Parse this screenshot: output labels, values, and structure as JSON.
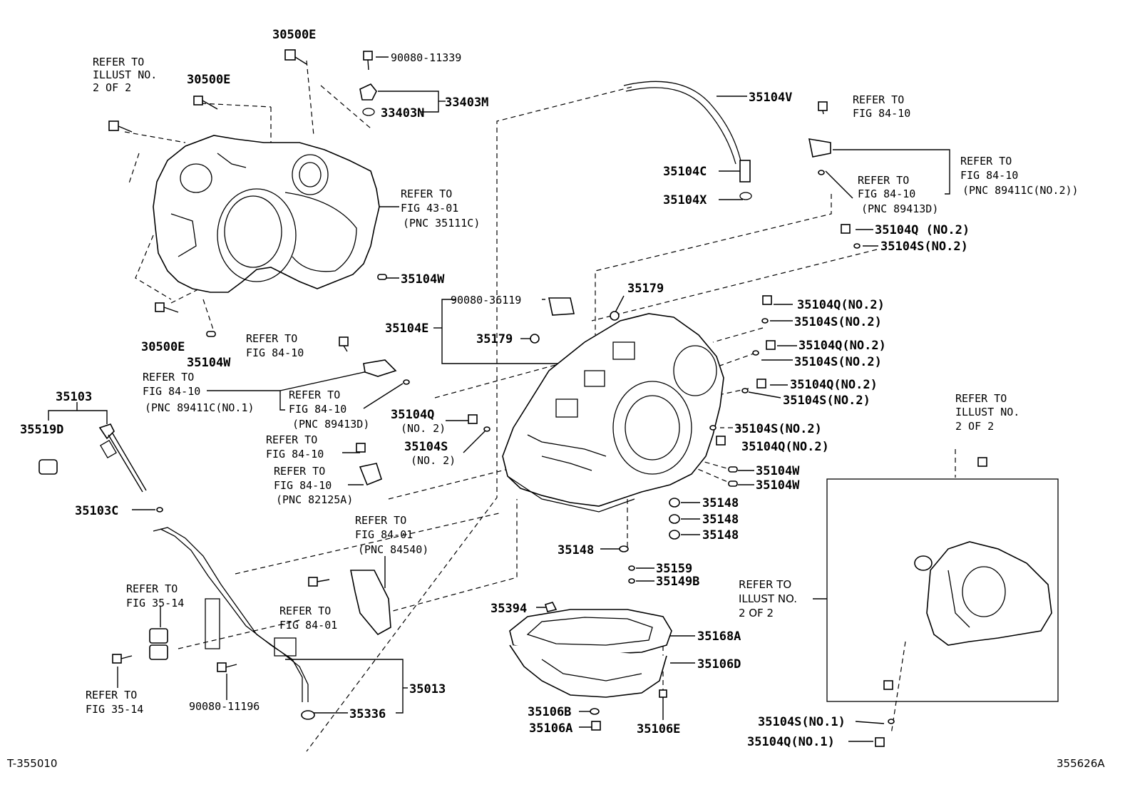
{
  "labels": {
    "p30500E_top": "30500E",
    "refer_illust_top_1": "REFER TO",
    "refer_illust_top_2": "ILLUST NO.",
    "refer_illust_top_3": "2 OF 2",
    "p30500E_mid": "30500E",
    "p90080_11339": "90080-11339",
    "p33403M": "33403M",
    "p33403N": "33403N",
    "p35104V": "35104V",
    "refer_fig8410_a1": "REFER TO",
    "refer_fig8410_a2": "FIG 84-10",
    "p35104C": "35104C",
    "p35104X": "35104X",
    "refer_fig8410_b1": "REFER TO",
    "refer_fig8410_b2": "FIG 84-10",
    "refer_fig8410_b3": "(PNC 89411C(NO.2))",
    "refer_fig8410_c1": "REFER TO",
    "refer_fig8410_c2": "FIG 84-10",
    "refer_fig8410_c3": "(PNC 89413D)",
    "p35104Q_no2_a": "35104Q (NO.2)",
    "p35104S_no2_a": "35104S(NO.2)",
    "refer_fig4301_1": "REFER TO",
    "refer_fig4301_2": "FIG 43-01",
    "refer_fig4301_3": "(PNC 35111C)",
    "p35104W_a": "35104W",
    "p30500E_bottom": "30500E",
    "p35104W_b": "35104W",
    "p90080_36119": "90080-36119",
    "p35179_a": "35179",
    "p35104E": "35104E",
    "p35179_b": "35179",
    "p35104Q_no2_b": "35104Q(NO.2)",
    "p35104S_no2_b": "35104S(NO.2)",
    "p35104Q_no2_c": "35104Q(NO.2)",
    "p35104S_no2_c": "35104S(NO.2)",
    "p35104Q_no2_d": "35104Q(NO.2)",
    "p35104S_no2_d": "35104S(NO.2)",
    "refer_fig8410_d1": "REFER TO",
    "refer_fig8410_d2": "FIG 84-10",
    "refer_fig8410_e1": "REFER TO",
    "refer_fig8410_e2": "FIG 84-10",
    "refer_fig8410_e3": "(PNC 89411C(NO.1)",
    "refer_fig8410_f1": "REFER TO",
    "refer_fig8410_f2": "FIG 84-10",
    "refer_fig8410_f3": "(PNC 89413D)",
    "p35103": "35103",
    "p35519D": "35519D",
    "p35104Q_no2_e1": "35104Q",
    "p35104Q_no2_e2": "(NO. 2)",
    "p35104S_no2_e1": "35104S",
    "p35104S_no2_e2": "(NO. 2)",
    "p35104S_no2_f": "35104S(NO.2)",
    "p35104Q_no2_f": "35104Q(NO.2)",
    "refer_illust_right_1": "REFER TO",
    "refer_illust_right_2": "ILLUST NO.",
    "refer_illust_right_3": "2 OF 2",
    "refer_fig8410_g1": "REFER TO",
    "refer_fig8410_g2": "FIG 84-10",
    "refer_fig8410_h1": "REFER TO",
    "refer_fig8410_h2": "FIG 84-10",
    "refer_fig8410_h3": "(PNC 82125A)",
    "p35104W_c": "35104W",
    "p35104W_d": "35104W",
    "p35103C": "35103C",
    "p35148_a": "35148",
    "p35148_b": "35148",
    "p35148_c": "35148",
    "refer_fig8401_a1": "REFER TO",
    "refer_fig8401_a2": "FIG 84-01",
    "refer_fig8401_a3": "(PNC 84540)",
    "p35148_d": "35148",
    "p35159": "35159",
    "p35149B": "35149B",
    "refer_fig3514_a1": "REFER TO",
    "refer_fig3514_a2": "FIG 35-14",
    "refer_fig8401_b1": "REFER TO",
    "refer_fig8401_b2": "FIG 84-01",
    "refer_illust_mid_1": "REFER TO",
    "refer_illust_mid_2": "ILLUST NO.",
    "refer_illust_mid_3": "2 OF 2",
    "p35394": "35394",
    "p35168A": "35168A",
    "p35106D": "35106D",
    "p35013": "35013",
    "refer_fig3514_b1": "REFER TO",
    "refer_fig3514_b2": "FIG 35-14",
    "p90080_11196": "90080-11196",
    "p35336": "35336",
    "p35106B": "35106B",
    "p35106A": "35106A",
    "p35106E": "35106E",
    "p35104S_no1": "35104S(NO.1)",
    "p35104Q_no1": "35104Q(NO.1)"
  },
  "footer": {
    "left_code": "T-355010",
    "right_code": "355626A"
  }
}
